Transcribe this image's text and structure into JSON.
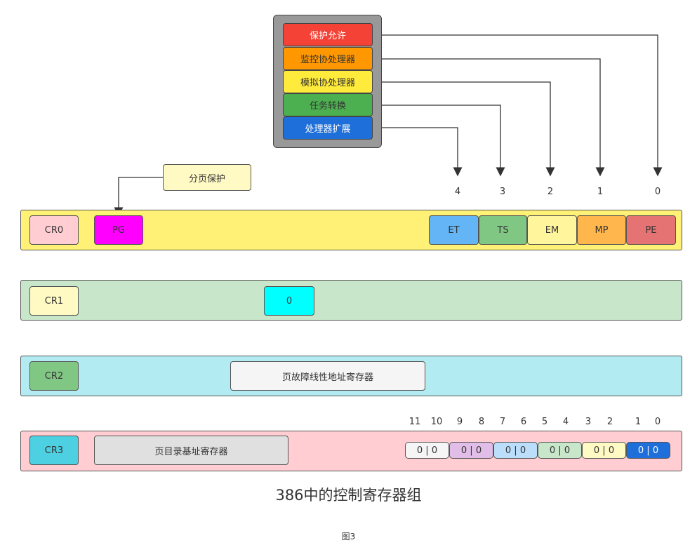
{
  "panel": {
    "items": [
      {
        "label": "保护允许",
        "color": "#f44336"
      },
      {
        "label": "监控协处理器",
        "color": "#ff9800"
      },
      {
        "label": "模拟协处理器",
        "color": "#ffeb3b"
      },
      {
        "label": "任务转换",
        "color": "#4caf50"
      },
      {
        "label": "处理器扩展",
        "color": "#1e6fd9"
      }
    ],
    "bg": "#999999"
  },
  "paging_label": "分页保护",
  "bit_numbers_cr0": [
    "4",
    "3",
    "2",
    "1",
    "0"
  ],
  "cr0": {
    "name": "CR0",
    "bg": "#fff176",
    "pg": "PG",
    "fields": [
      {
        "label": "ET",
        "color": "#64b5f6"
      },
      {
        "label": "TS",
        "color": "#81c784"
      },
      {
        "label": "EM",
        "color": "#fff59d"
      },
      {
        "label": "MP",
        "color": "#ffb74d"
      },
      {
        "label": "PE",
        "color": "#e57373"
      }
    ]
  },
  "cr1": {
    "name": "CR1",
    "bg": "#c8e6c9",
    "field": "0"
  },
  "cr2": {
    "name": "CR2",
    "bg": "#b2ebf2",
    "field": "页故障线性地址寄存器"
  },
  "cr3": {
    "name": "CR3",
    "bg": "#ffcdd2",
    "field": "页目录基址寄存器",
    "bit_numbers": [
      "11",
      "10",
      "9",
      "8",
      "7",
      "6",
      "5",
      "4",
      "3",
      "2",
      "1",
      "0"
    ],
    "pairs": [
      {
        "label": "0 | 0",
        "color": "#f5f5f5"
      },
      {
        "label": "0 | 0",
        "color": "#e1bee7"
      },
      {
        "label": "0 | 0",
        "color": "#bbdefb"
      },
      {
        "label": "0 | 0",
        "color": "#c8e6c9"
      },
      {
        "label": "0 | 0",
        "color": "#fff9c4"
      },
      {
        "label": "0 | 0",
        "color": "#1e6fd9"
      }
    ]
  },
  "title": "386中的控制寄存器组",
  "figure_label": "图3"
}
